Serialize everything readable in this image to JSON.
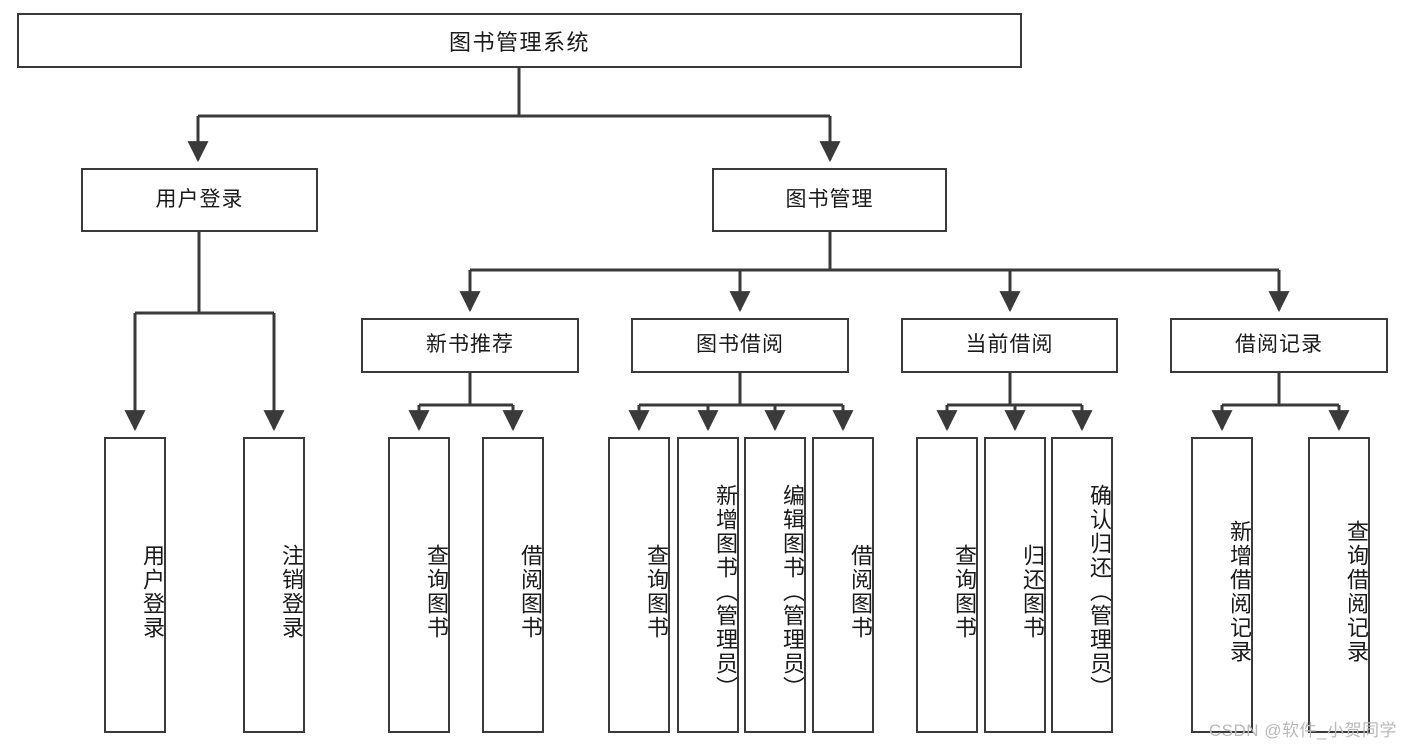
{
  "diagram": {
    "title": "图书管理系统",
    "type": "tree",
    "watermark": "CSDN @软件_小贺同学",
    "stroke_color": "#3a3a3a",
    "background_color": "#ffffff",
    "text_color": "#1a1a1a",
    "levels": {
      "root": {
        "label": "图书管理系统"
      },
      "level2": [
        {
          "label": "用户登录"
        },
        {
          "label": "图书管理"
        }
      ],
      "level3": [
        {
          "label": "新书推荐"
        },
        {
          "label": "图书借阅"
        },
        {
          "label": "当前借阅"
        },
        {
          "label": "借阅记录"
        }
      ],
      "leaves": {
        "user_login": [
          {
            "label": "用户登录"
          },
          {
            "label": "注销登录"
          }
        ],
        "new_book_recommend": [
          {
            "label": "查询图书"
          },
          {
            "label": "借阅图书"
          }
        ],
        "book_borrow": [
          {
            "label": "查询图书"
          },
          {
            "label": "新增图书（管理员）"
          },
          {
            "label": "编辑图书（管理员）"
          },
          {
            "label": "借阅图书"
          }
        ],
        "current_borrow": [
          {
            "label": "查询图书"
          },
          {
            "label": "归还图书"
          },
          {
            "label": "确认归还（管理员）"
          }
        ],
        "borrow_record": [
          {
            "label": "新增借阅记录"
          },
          {
            "label": "查询借阅记录"
          }
        ]
      }
    }
  }
}
